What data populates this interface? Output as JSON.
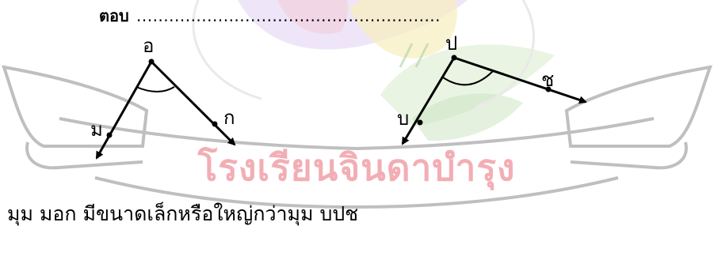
{
  "answer_label": "ตอบ",
  "answer_dots": "........................................................",
  "watermark": {
    "text": "โรงเรียนจินดาบำรุง",
    "text_color": "#f2aeb4",
    "ribbon_color": "#bfbfbf"
  },
  "angle_left": {
    "vertex": "อ",
    "point_on_left_ray": "ม",
    "point_on_right_ray": "ก"
  },
  "angle_right": {
    "vertex": "ป",
    "point_on_left_ray": "บ",
    "point_on_right_ray": "ช"
  },
  "question": "มุม มอก มีขนาดเล็กหรือใหญ่กว่ามุม บปช"
}
